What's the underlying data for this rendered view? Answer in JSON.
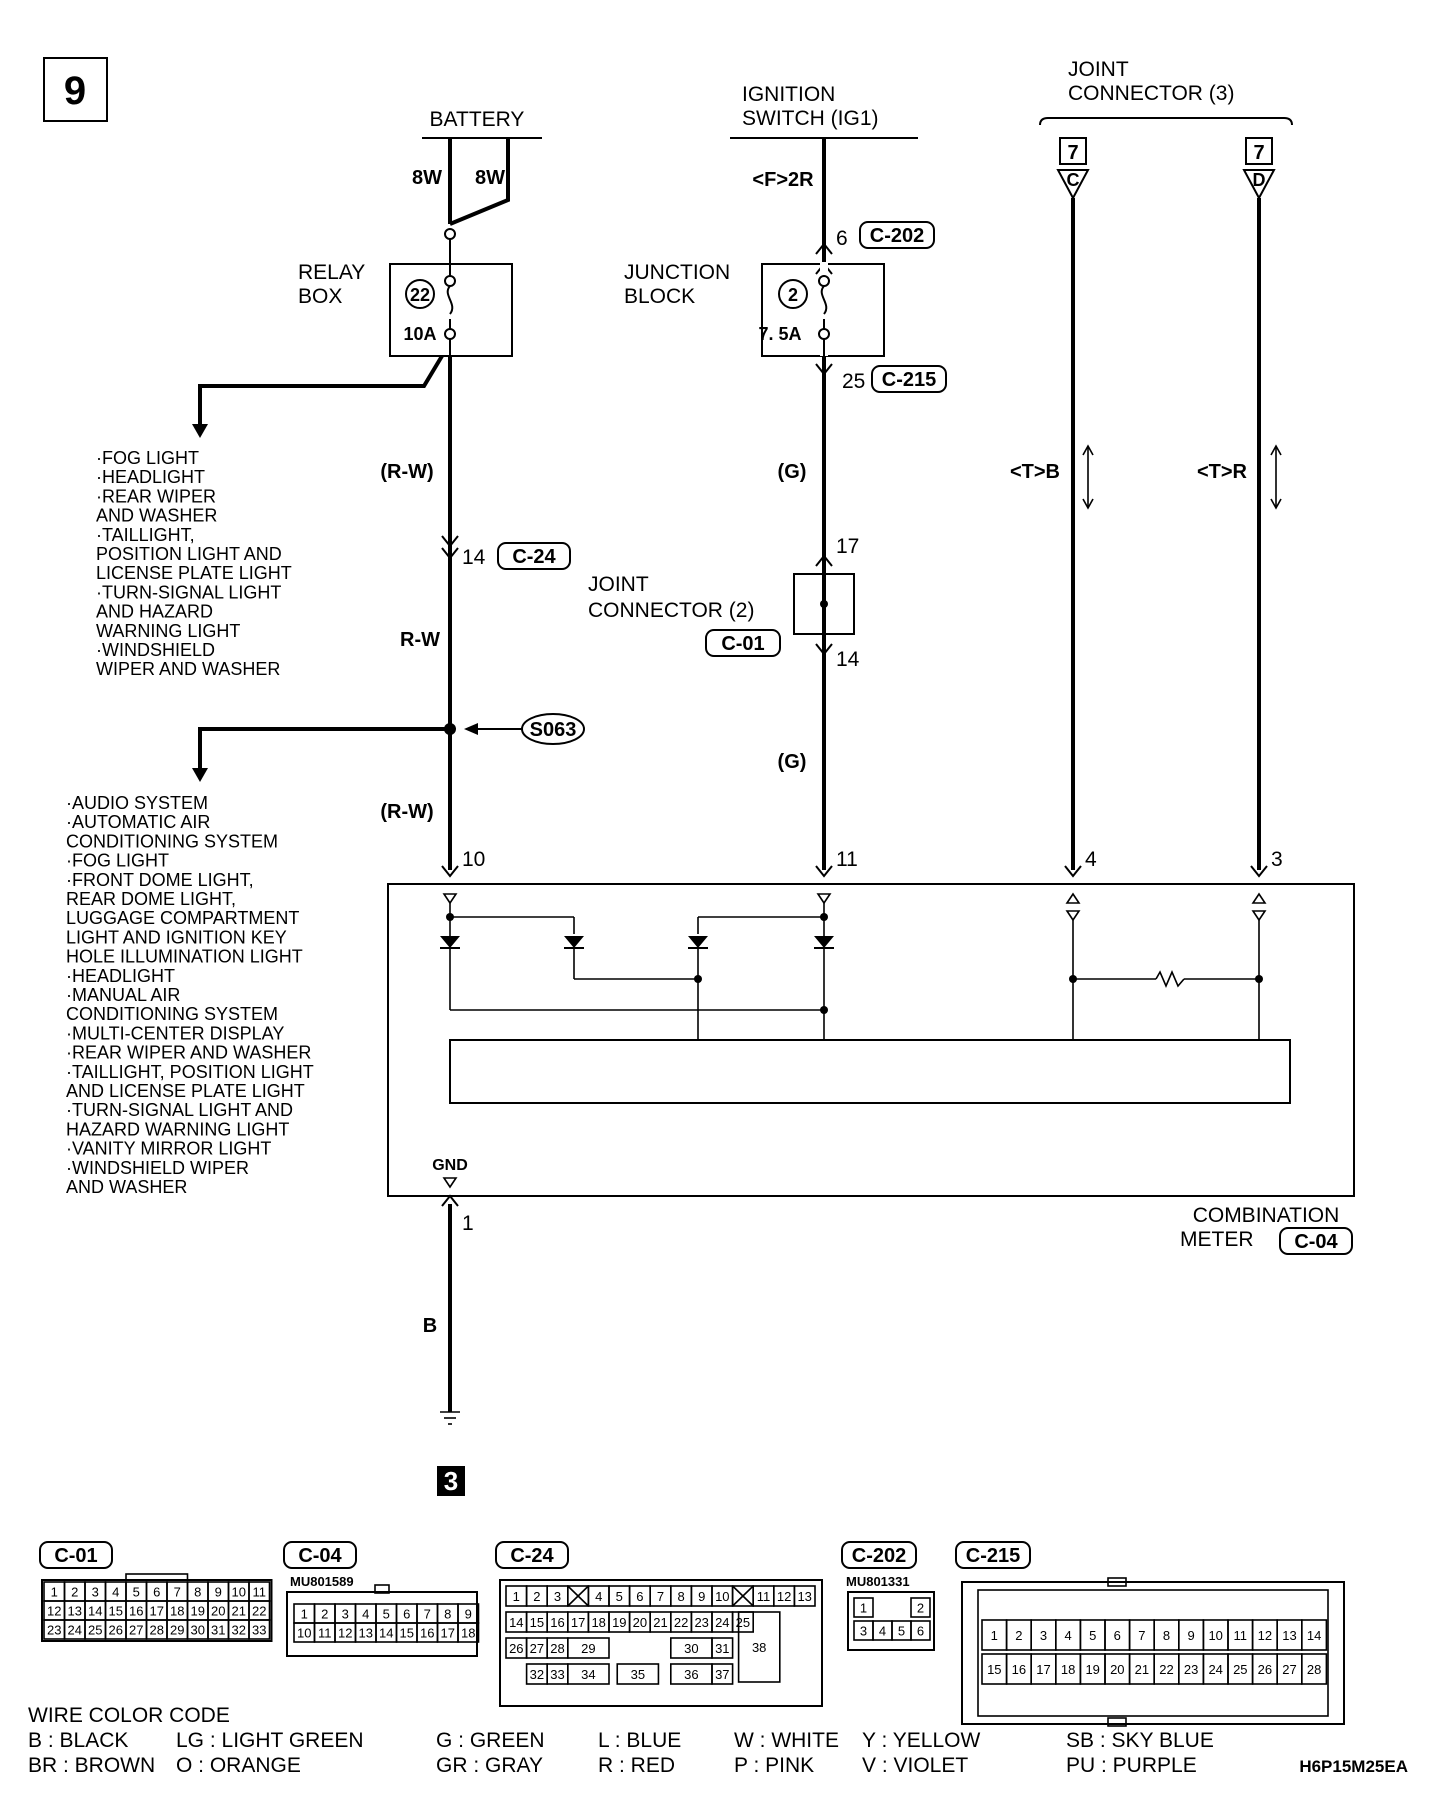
{
  "diagram_number": "9",
  "sources": {
    "battery": "BATTERY",
    "battery_wire_left": "8W",
    "battery_wire_right": "8W",
    "ignition_switch": [
      "IGNITION",
      "SWITCH (IG1)"
    ],
    "ignition_pin": "<F>2R",
    "joint_connector_3": [
      "JOINT",
      "CONNECTOR (3)"
    ],
    "jc3_left_top": "7",
    "jc3_left_bottom": "C",
    "jc3_right_top": "7",
    "jc3_right_bottom": "D"
  },
  "relay_box": {
    "label": [
      "RELAY",
      "BOX"
    ],
    "fuse_number": "22",
    "rating": "10A"
  },
  "junction_block": {
    "label": [
      "JUNCTION",
      "BLOCK"
    ],
    "fuse_number": "2",
    "rating": "7. 5A",
    "pin_top": "6",
    "connector_top": "C-202",
    "pin_bottom": "25",
    "connector_bottom": "C-215"
  },
  "list_relay": [
    "·FOG LIGHT",
    "·HEADLIGHT",
    "·REAR WIPER",
    " AND WASHER",
    "·TAILLIGHT,",
    " POSITION LIGHT AND",
    " LICENSE PLATE LIGHT",
    "·TURN-SIGNAL LIGHT",
    " AND HAZARD",
    " WARNING LIGHT",
    "·WINDSHIELD",
    " WIPER AND WASHER"
  ],
  "list_splice": [
    "·AUDIO SYSTEM",
    "·AUTOMATIC AIR",
    " CONDITIONING SYSTEM",
    "·FOG LIGHT",
    "·FRONT DOME LIGHT,",
    " REAR DOME LIGHT,",
    " LUGGAGE COMPARTMENT",
    " LIGHT AND IGNITION KEY",
    " HOLE ILLUMINATION LIGHT",
    "·HEADLIGHT",
    "·MANUAL AIR",
    " CONDITIONING SYSTEM",
    "·MULTI-CENTER DISPLAY",
    "·REAR WIPER AND WASHER",
    "·TAILLIGHT, POSITION LIGHT",
    " AND LICENSE PLATE LIGHT",
    "·TURN-SIGNAL LIGHT AND",
    " HAZARD WARNING LIGHT",
    "·VANITY MIRROR LIGHT",
    "·WINDSHIELD WIPER",
    " AND WASHER"
  ],
  "wires": {
    "rw_upper": "(R-W)",
    "rw_mid": "R-W",
    "rw_lower": "(R-W)",
    "g_upper": "(G)",
    "g_lower": "(G)",
    "jc_left": "<T>B",
    "jc_right": "<T>R",
    "ground_wire": "B",
    "c24_pin": "14",
    "c24_connector": "C-24",
    "splice": "S063"
  },
  "joint_connector_2": {
    "label": [
      "JOINT",
      "CONNECTOR (2)"
    ],
    "connector": "C-01",
    "pin_top": "17",
    "pin_bottom": "14"
  },
  "meter": {
    "label": [
      "COMBINATION",
      "METER"
    ],
    "connector": "C-04",
    "pins": [
      "10",
      "11",
      "4",
      "3"
    ],
    "ground_label": "GND",
    "ground_pin": "1",
    "ground_ref": "3"
  },
  "connectors": {
    "c01": {
      "label": "C-01",
      "rows": [
        [
          "1",
          "2",
          "3",
          "4",
          "5",
          "6",
          "7",
          "8",
          "9",
          "10",
          "11"
        ],
        [
          "12",
          "13",
          "14",
          "15",
          "16",
          "17",
          "18",
          "19",
          "20",
          "21",
          "22"
        ],
        [
          "23",
          "24",
          "25",
          "26",
          "27",
          "28",
          "29",
          "30",
          "31",
          "32",
          "33"
        ]
      ]
    },
    "c04": {
      "label": "C-04",
      "part_number": "MU801589",
      "rows": [
        [
          "1",
          "2",
          "3",
          "4",
          "5",
          "6",
          "7",
          "8",
          "9"
        ],
        [
          "10",
          "11",
          "12",
          "13",
          "14",
          "15",
          "16",
          "17",
          "18"
        ]
      ]
    },
    "c24": {
      "label": "C-24",
      "row1": [
        "1",
        "2",
        "3",
        "",
        "4",
        "5",
        "6",
        "7",
        "8",
        "9",
        "10",
        "",
        "11",
        "12",
        "13"
      ],
      "row2": [
        "14",
        "15",
        "16",
        "17",
        "18",
        "19",
        "20",
        "21",
        "22",
        "23",
        "24",
        "25"
      ],
      "row3": [
        "26",
        "27",
        "28",
        "29",
        "30",
        "31",
        "38"
      ],
      "row4": [
        "32",
        "33",
        "34",
        "35",
        "36",
        "37"
      ]
    },
    "c202": {
      "label": "C-202",
      "part_number": "MU801331",
      "rows": [
        [
          "1",
          "2"
        ],
        [
          "3",
          "4",
          "5",
          "6"
        ]
      ]
    },
    "c215": {
      "label": "C-215",
      "rows": [
        [
          "1",
          "2",
          "3",
          "4",
          "5",
          "6",
          "7",
          "8",
          "9",
          "10",
          "11",
          "12",
          "13",
          "14"
        ],
        [
          "15",
          "16",
          "17",
          "18",
          "19",
          "20",
          "21",
          "22",
          "23",
          "24",
          "25",
          "26",
          "27",
          "28"
        ]
      ]
    }
  },
  "color_code": {
    "title": "WIRE COLOR CODE",
    "line1": [
      "B : BLACK",
      "LG : LIGHT GREEN",
      "G : GREEN",
      "L : BLUE",
      "W : WHITE",
      "Y : YELLOW",
      "SB : SKY BLUE"
    ],
    "line2": [
      "BR : BROWN",
      "O : ORANGE",
      "GR : GRAY",
      "R : RED",
      "P : PINK",
      "V : VIOLET",
      "PU : PURPLE"
    ]
  },
  "figure_code": "H6P15M25EA"
}
